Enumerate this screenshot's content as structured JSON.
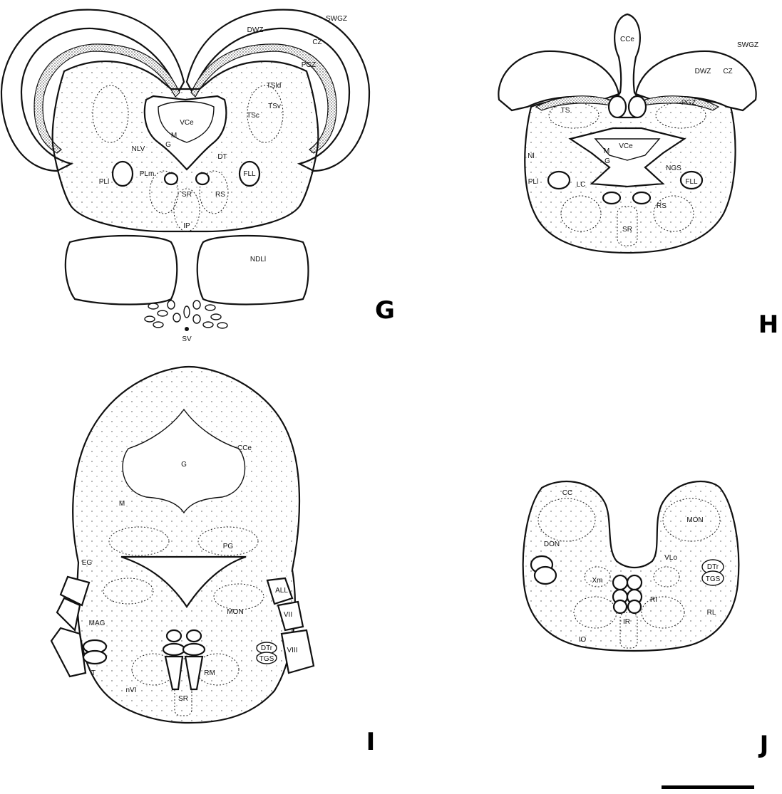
{
  "panels": {
    "G": {
      "letter": "G",
      "labels": [
        "SWGZ",
        "DWZ",
        "CZ",
        "PGZ",
        "TSld",
        "TSv",
        "TSc",
        "VCe",
        "M",
        "G",
        "NLV",
        "DT",
        "PLl",
        "PLm",
        "FLL",
        "SR",
        "RS",
        "IP",
        "NDLl",
        "SV"
      ]
    },
    "H": {
      "letter": "H",
      "labels": [
        "CCe",
        "SWGZ",
        "DWZ",
        "CZ",
        "PGZ",
        "TS",
        "VCe",
        "M",
        "G",
        "Nl",
        "NGS",
        "PLl",
        "LC",
        "FLL",
        "RS",
        "SR"
      ]
    },
    "I": {
      "letter": "I",
      "labels": [
        "CCe",
        "G",
        "M",
        "PG",
        "EG",
        "ALL",
        "MON",
        "VII",
        "MAG",
        "DTr",
        "VIII",
        "TGS",
        "T",
        "RM",
        "nVI",
        "SR"
      ]
    },
    "J": {
      "letter": "J",
      "labels": [
        "CC",
        "MON",
        "DON",
        "VLo",
        "DTr",
        "TGS",
        "Xm",
        "RI",
        "RL",
        "IR",
        "IO"
      ]
    }
  },
  "scale_bar": {
    "label": ""
  }
}
